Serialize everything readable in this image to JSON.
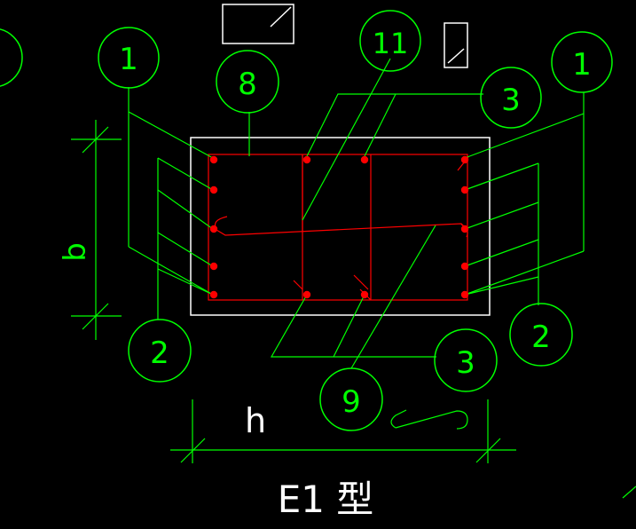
{
  "colors": {
    "background": "#000000",
    "leader": "#00ff00",
    "outline": "#ffffff",
    "rebar": "#ff0000"
  },
  "callouts": {
    "c1_left": "1",
    "c8": "8",
    "c11": "11",
    "c3_top": "3",
    "c1_right": "1",
    "c2_left": "2",
    "c2_right": "2",
    "c3_bottom": "3",
    "c9": "9"
  },
  "dimensions": {
    "b_label": "b",
    "h_label": "h"
  },
  "caption": "E1 型"
}
